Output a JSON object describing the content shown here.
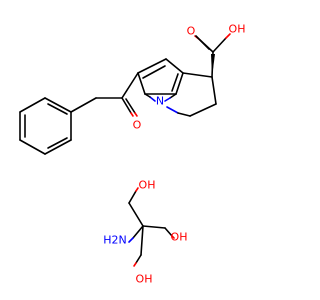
{
  "atom_colors": {
    "carbon_bond": "#000000",
    "oxygen": "#ff0000",
    "nitrogen": "#0000ff"
  },
  "ketorolac": {
    "atoms": {
      "N": "N",
      "O_ketone": "O",
      "O_acid": "O",
      "OH_acid": "OH"
    }
  },
  "tromethamine": {
    "atoms": {
      "OH_top": "OH",
      "OH_right": "OH",
      "OH_bottom": "OH",
      "NH2": "H2N"
    }
  }
}
